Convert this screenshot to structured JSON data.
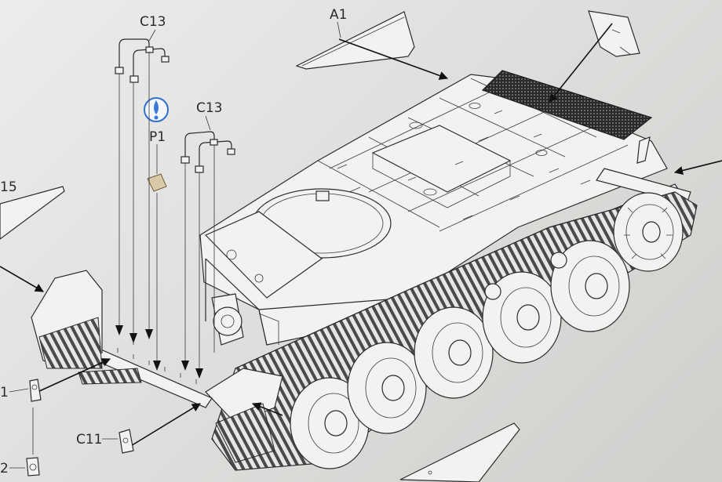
{
  "labels": {
    "a1": "A1",
    "c13_left": "C13",
    "c13_right": "C13",
    "p1": "P1",
    "c11": "C11",
    "l15": "15",
    "l1": "1",
    "l2": "2"
  },
  "colors": {
    "line": "#2b2b2b",
    "paper": "#ececea",
    "decal_ring": "#2f6fd0",
    "decal_drop": "#3a78d8",
    "grille": "#1e1e1e",
    "p1_part": "#d9c9a8"
  },
  "icons": {
    "decal_symbol": "paint-drop-icon"
  }
}
